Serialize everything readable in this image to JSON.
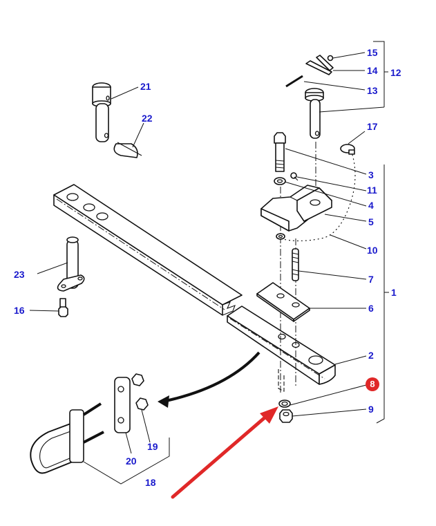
{
  "diagram": {
    "type": "exploded-parts-diagram",
    "subject": "Tractor drawbar / swinging drawbar assembly",
    "highlighted_part": "8",
    "highlight_color": "#e02828",
    "label_color": "#1a1acc",
    "callouts": [
      {
        "id": "c1",
        "label": "1",
        "part": "drawbar assembly (bracket group 2-11)"
      },
      {
        "id": "c2",
        "label": "2",
        "part": "drawbar"
      },
      {
        "id": "c3",
        "label": "3",
        "part": "bolt"
      },
      {
        "id": "c4",
        "label": "4",
        "part": "washer"
      },
      {
        "id": "c5",
        "label": "5",
        "part": "drawbar clamp block"
      },
      {
        "id": "c6",
        "label": "6",
        "part": "plate"
      },
      {
        "id": "c7",
        "label": "7",
        "part": "stud"
      },
      {
        "id": "c8",
        "label": "8",
        "part": "washer"
      },
      {
        "id": "c9",
        "label": "9",
        "part": "nut"
      },
      {
        "id": "c10",
        "label": "10",
        "part": "chain"
      },
      {
        "id": "c11",
        "label": "11",
        "part": "screw"
      },
      {
        "id": "c12",
        "label": "12",
        "part": "hitch pin assembly (13-15)"
      },
      {
        "id": "c13",
        "label": "13",
        "part": "pin"
      },
      {
        "id": "c14",
        "label": "14",
        "part": "clip"
      },
      {
        "id": "c15",
        "label": "15",
        "part": "nut"
      },
      {
        "id": "c16",
        "label": "16",
        "part": "bolt"
      },
      {
        "id": "c17",
        "label": "17",
        "part": "linch pin"
      },
      {
        "id": "c18",
        "label": "18",
        "part": "U-bolt kit (19-20)"
      },
      {
        "id": "c19",
        "label": "19",
        "part": "nut"
      },
      {
        "id": "c20",
        "label": "20",
        "part": "plate"
      },
      {
        "id": "c21",
        "label": "21",
        "part": "pin"
      },
      {
        "id": "c22",
        "label": "22",
        "part": "linch pin"
      },
      {
        "id": "c23",
        "label": "23",
        "part": "pin with flange"
      }
    ]
  }
}
